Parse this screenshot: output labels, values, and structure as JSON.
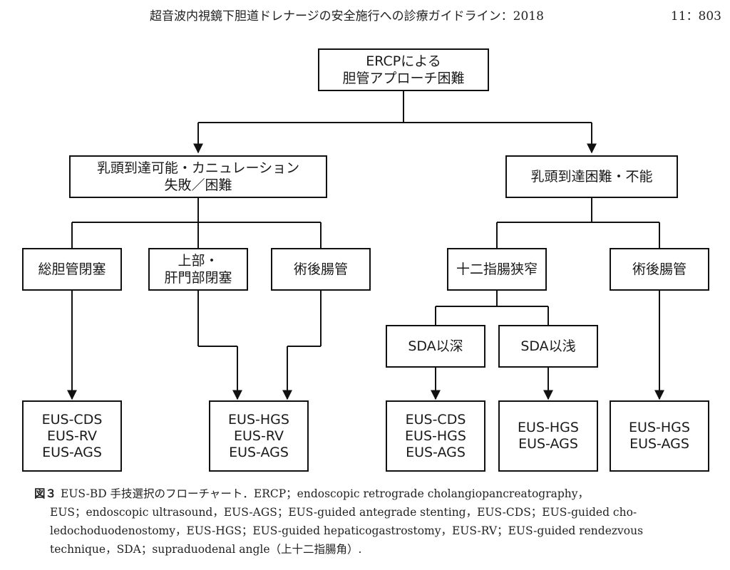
{
  "header": {
    "journal_title": "超音波内視鏡下胆道ドレナージの安全施行への診療ガイドライン：2018",
    "page_ref": "11：803"
  },
  "diagram": {
    "root": [
      "ERCPによる",
      "胆管アプローチ困難"
    ],
    "branch_left": [
      "乳頭到達可能・カニュレーション",
      "失敗／困難"
    ],
    "branch_right": [
      "乳頭到達困難・不能"
    ],
    "cond_cbd": [
      "総胆管閉塞"
    ],
    "cond_upper": [
      "上部・",
      "肝門部閉塞"
    ],
    "cond_postop_left": [
      "術後腸管"
    ],
    "cond_stenosis": [
      "十二指腸狭窄"
    ],
    "cond_postop_right": [
      "術後腸管"
    ],
    "cond_sda_deep": [
      "SDA以深"
    ],
    "cond_sda_shallow": [
      "SDA以浅"
    ],
    "out_1": [
      "EUS-CDS",
      "EUS-RV",
      "EUS-AGS"
    ],
    "out_2": [
      "EUS-HGS",
      "EUS-RV",
      "EUS-AGS"
    ],
    "out_3": [
      "EUS-CDS",
      "EUS-HGS",
      "EUS-AGS"
    ],
    "out_4": [
      "EUS-HGS",
      "EUS-AGS"
    ],
    "out_5": [
      "EUS-HGS",
      "EUS-AGS"
    ]
  },
  "caption": {
    "label": "図３",
    "line1": "EUS-BD 手技選択のフローチャート．ERCP；endoscopic retrograde cholangiopancreatography，",
    "line2": "EUS；endoscopic ultrasound，EUS-AGS；EUS-guided antegrade stenting，EUS-CDS；EUS-guided cho-",
    "line3": "ledochoduodenostomy，EUS-HGS；EUS-guided hepaticogastrostomy，EUS-RV；EUS-guided rendezvous",
    "line4": "technique，SDA；supraduodenal angle（上十二指腸角）."
  }
}
